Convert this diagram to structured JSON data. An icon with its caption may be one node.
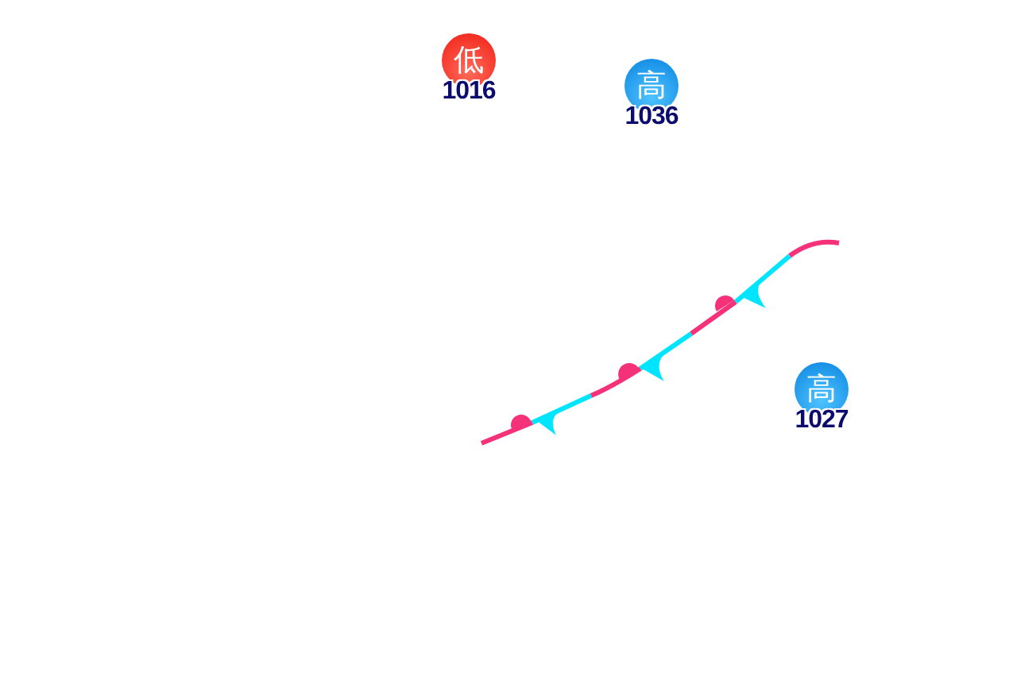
{
  "diagram": {
    "nodes": [
      {
        "text": [
          "低",
          "1016"
        ]
      },
      {
        "text": [
          "高",
          "1036"
        ]
      },
      {
        "text": [
          "高",
          "1027"
        ]
      }
    ]
  }
}
